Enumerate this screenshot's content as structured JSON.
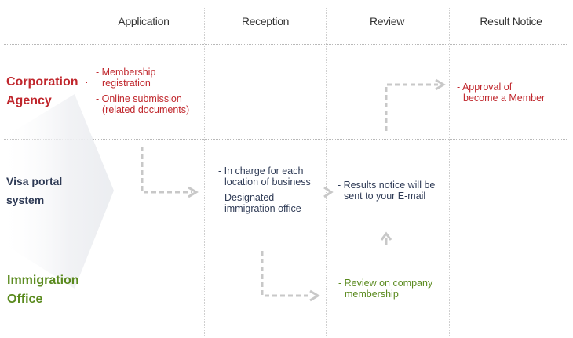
{
  "columns": [
    "Application",
    "Reception",
    "Review",
    "Result Notice"
  ],
  "rows": {
    "corporation": {
      "line1": "Corporation",
      "line2": "Agency",
      "color": "#c0272d"
    },
    "visa": {
      "line1": "Visa portal",
      "line2": "system",
      "color": "#2e3a55"
    },
    "immigration": {
      "line1": "Immigration",
      "line2": "Office",
      "color": "#5a8a1e"
    }
  },
  "notes": {
    "membership": {
      "l1": "- Membership",
      "l2": "registration"
    },
    "online": {
      "l1": "- Online submission",
      "l2": "(related documents)"
    },
    "approval": {
      "l1": "- Approval of",
      "l2": "become a Member"
    },
    "in_charge": {
      "l1": "- In charge for each",
      "l2": "location of business"
    },
    "designated": {
      "l1": "Designated",
      "l2": "immigration office"
    },
    "results": {
      "l1": "- Results notice will be",
      "l2": "sent to your E-mail"
    },
    "review": {
      "l1": "- Review on company",
      "l2": "membership"
    }
  },
  "colors": {
    "arrow": "#c8c8c8",
    "grid": "#b8b8b8"
  }
}
